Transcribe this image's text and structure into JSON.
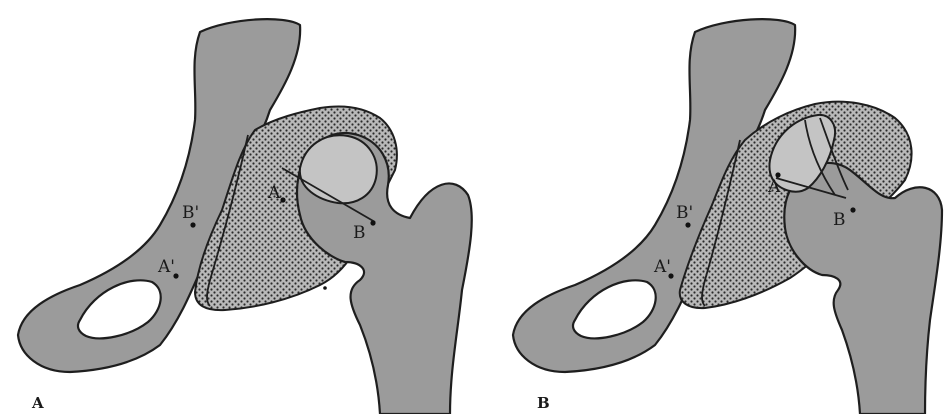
{
  "panels": [
    {
      "label": "A",
      "points": [
        "A'",
        "B'",
        "A",
        "B"
      ]
    },
    {
      "label": "B",
      "points": [
        "A'",
        "B'",
        "A",
        "B"
      ]
    }
  ],
  "colors": {
    "bone": "#9b9b9b",
    "bone_light": "#c4c4c4",
    "outline": "#1e1e1e",
    "background": "#ffffff"
  }
}
